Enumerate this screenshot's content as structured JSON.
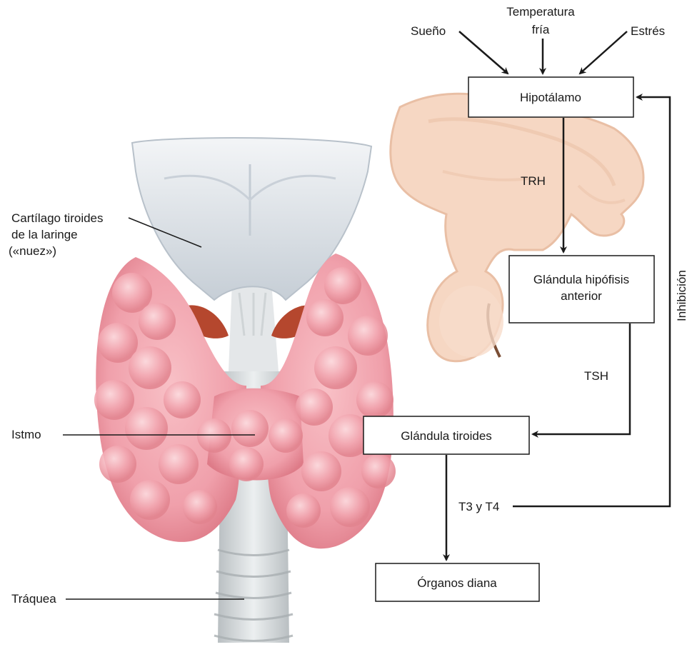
{
  "anatomy_labels": {
    "cartilage_line1": "Cartílago tiroides",
    "cartilage_line2": "de la laringe",
    "cartilage_line3": "(«nuez»)",
    "isthmus": "Istmo",
    "trachea": "Tráquea"
  },
  "stimuli": {
    "sleep": "Sueño",
    "cold_line1": "Temperatura",
    "cold_line2": "fría",
    "stress": "Estrés"
  },
  "boxes": {
    "hypothalamus": "Hipotálamo",
    "pituitary_line1": "Glándula hipófisis",
    "pituitary_line2": "anterior",
    "thyroid": "Glándula tiroides",
    "targets": "Órganos diana"
  },
  "hormones": {
    "trh": "TRH",
    "tsh": "TSH",
    "t3t4": "T3 y T4"
  },
  "feedback": {
    "inhibition": "Inhibición"
  },
  "colors": {
    "thyroid_pink": "#f2a3ad",
    "thyroid_shadow": "#e07f8c",
    "cartilage": "#d9dfe6",
    "trachea": "#cfd4d6",
    "brain": "#f6d7c3",
    "brain_outline": "#e9bfa5",
    "muscle": "#b5472e",
    "arrow": "#1a1a1a"
  }
}
